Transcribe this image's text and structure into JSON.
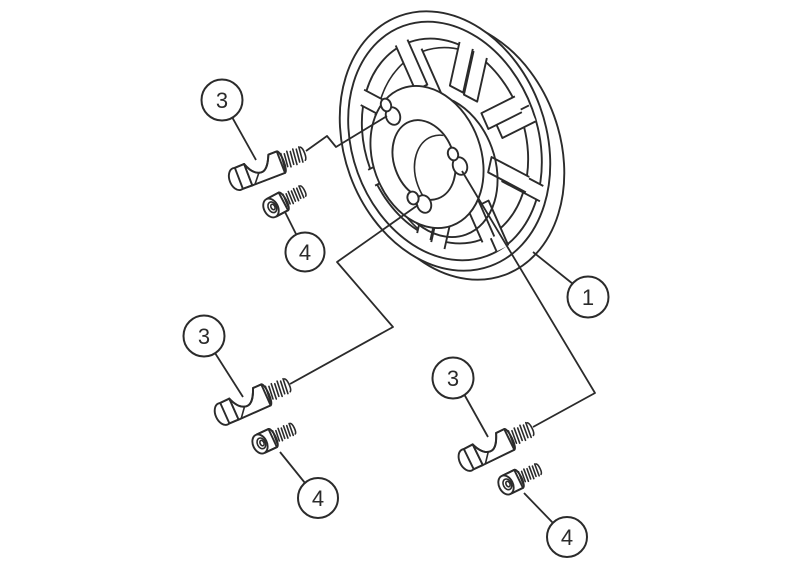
{
  "colors": {
    "background": "#ffffff",
    "line": "#2b2b2b"
  },
  "callouts": [
    {
      "label": "1"
    },
    {
      "label": "3"
    },
    {
      "label": "4"
    },
    {
      "label": "3"
    },
    {
      "label": "4"
    },
    {
      "label": "3"
    },
    {
      "label": "4"
    }
  ]
}
